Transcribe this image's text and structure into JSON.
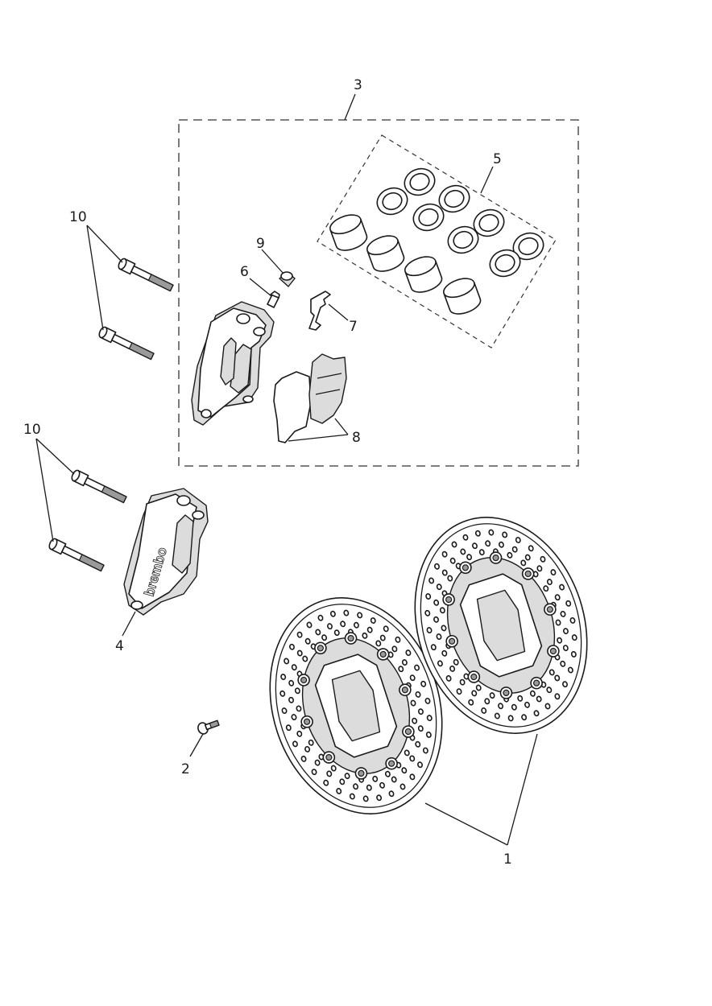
{
  "diagram": {
    "callouts": {
      "c1": "1",
      "c2": "2",
      "c3": "3",
      "c4": "4",
      "c5": "5",
      "c6": "6",
      "c7": "7",
      "c8": "8",
      "c9": "9",
      "c10a": "10",
      "c10b": "10"
    },
    "caliper_brand": "brembo"
  }
}
